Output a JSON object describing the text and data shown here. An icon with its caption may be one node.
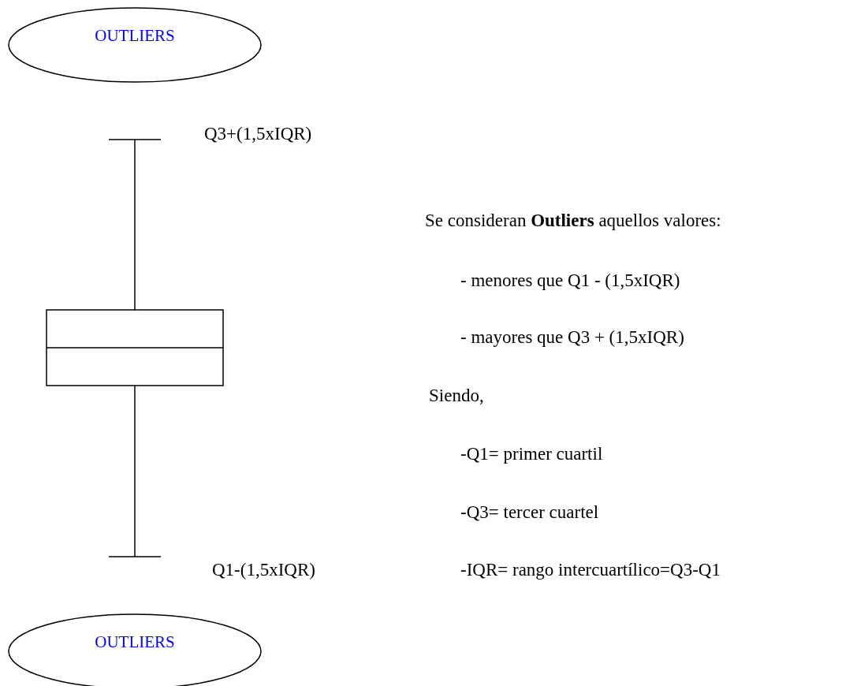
{
  "diagram": {
    "nodes": [
      {
        "text": [
          "OUTLIERS"
        ]
      },
      {
        "text": [
          "OUTLIERS"
        ]
      }
    ],
    "edges": [],
    "labels": [
      "Q3+(1,5xIQR)",
      "Q1-(1,5xIQR)",
      "Se consideran **Outliers** aquellos valores:",
      "- menores que Q1 - (1,5xIQR)",
      "- mayores que Q3 + (1,5xIQR)",
      "Siendo,",
      "-Q1= primer cuartil",
      "-Q3= tercer cuartel",
      "-IQR= rango intercuartílico=Q3-Q1"
    ]
  }
}
